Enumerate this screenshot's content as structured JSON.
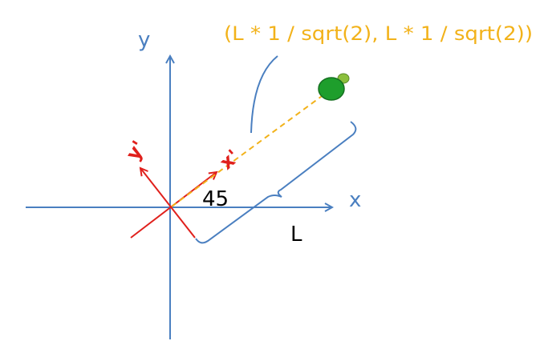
{
  "labels": {
    "y_axis": "y",
    "x_axis": "x",
    "y_prime": "y'",
    "x_prime": "x'",
    "angle": "45",
    "length": "L",
    "coordinate": "(L * 1 / sqrt(2), L * 1 / sqrt(2))"
  },
  "colors": {
    "axes": "#4a7fc0",
    "rotated_axes": "#e0201c",
    "dashed_line": "#f2b21a",
    "turtle_body": "#1e9e2c",
    "turtle_head": "#8bbf3c",
    "coordinate_text": "#f2b21a"
  },
  "icons": {
    "turtle": "turtle-icon"
  }
}
